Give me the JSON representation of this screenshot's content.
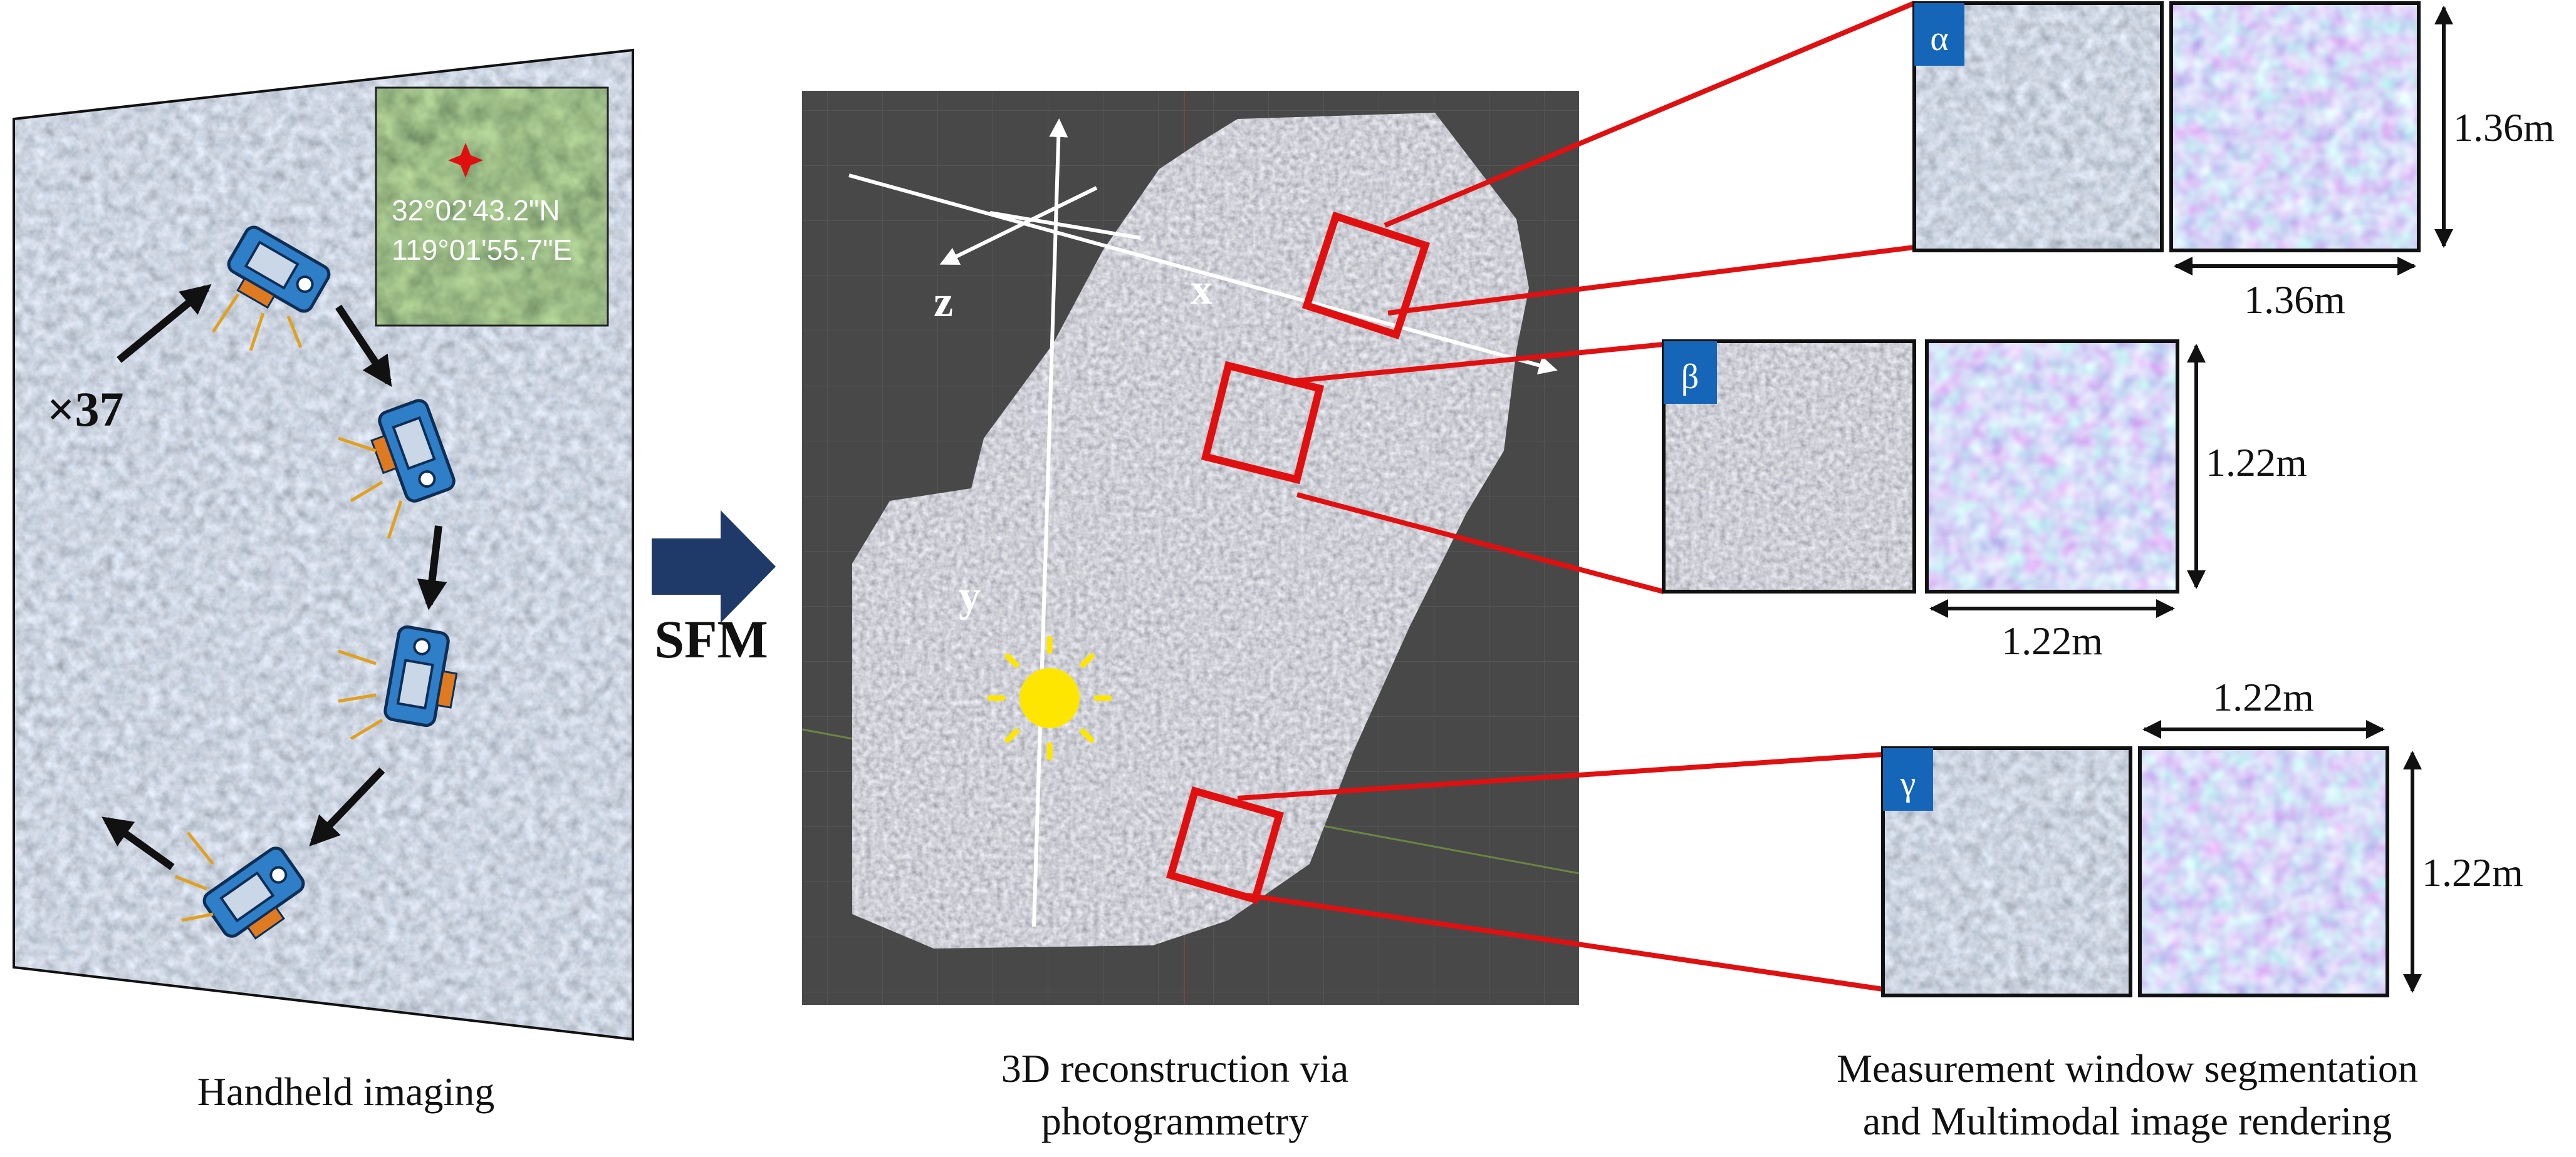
{
  "panel1": {
    "caption": "Handheld imaging",
    "count_label": "×37",
    "gps_lat": "32°02'43.2\"N",
    "gps_lon": "119°01'55.7\"E"
  },
  "arrow_label": "SFM",
  "panel2": {
    "caption_line1": "3D reconstruction via",
    "caption_line2": "photogrammetry",
    "axis_x": "x",
    "axis_y": "y",
    "axis_z": "z"
  },
  "panel3": {
    "caption_line1": "Measurement window segmentation",
    "caption_line2": "and Multimodal image rendering",
    "windows": [
      {
        "label": "α",
        "width": "1.36m",
        "height": "1.36m"
      },
      {
        "label": "β",
        "width": "1.22m",
        "height": "1.22m"
      },
      {
        "label": "γ",
        "width": "1.22m",
        "height": "1.22m"
      }
    ]
  },
  "colors": {
    "highlight_red": "#e01010",
    "tag_blue": "#1565b8",
    "arrow_navy": "#1f3a68",
    "sun_yellow": "#ffe600",
    "camera_blue": "#2f7ec8",
    "camera_orange": "#e07a20"
  }
}
